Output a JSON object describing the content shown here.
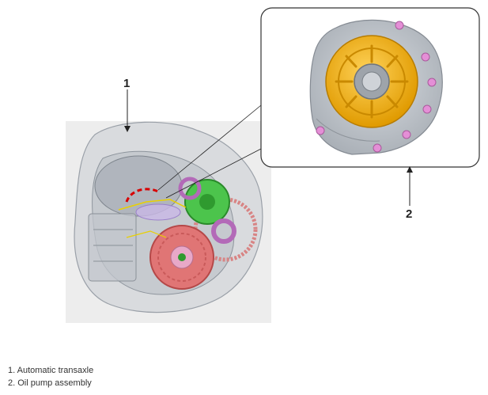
{
  "callouts": [
    {
      "number": "1"
    },
    {
      "number": "2"
    }
  ],
  "legend": {
    "items": [
      {
        "label": "1. Automatic transaxle"
      },
      {
        "label": "2. Oil pump assembly"
      }
    ]
  },
  "colors": {
    "housing": "#b9bec4",
    "oil_pump_body": "#f2a900",
    "ring_gear": "#e07575",
    "planetary_gear": "#4cc44c",
    "clutch": "#b36ab8",
    "mount_bolt": "#e48fd6",
    "highlight_dash": "#d80000"
  }
}
